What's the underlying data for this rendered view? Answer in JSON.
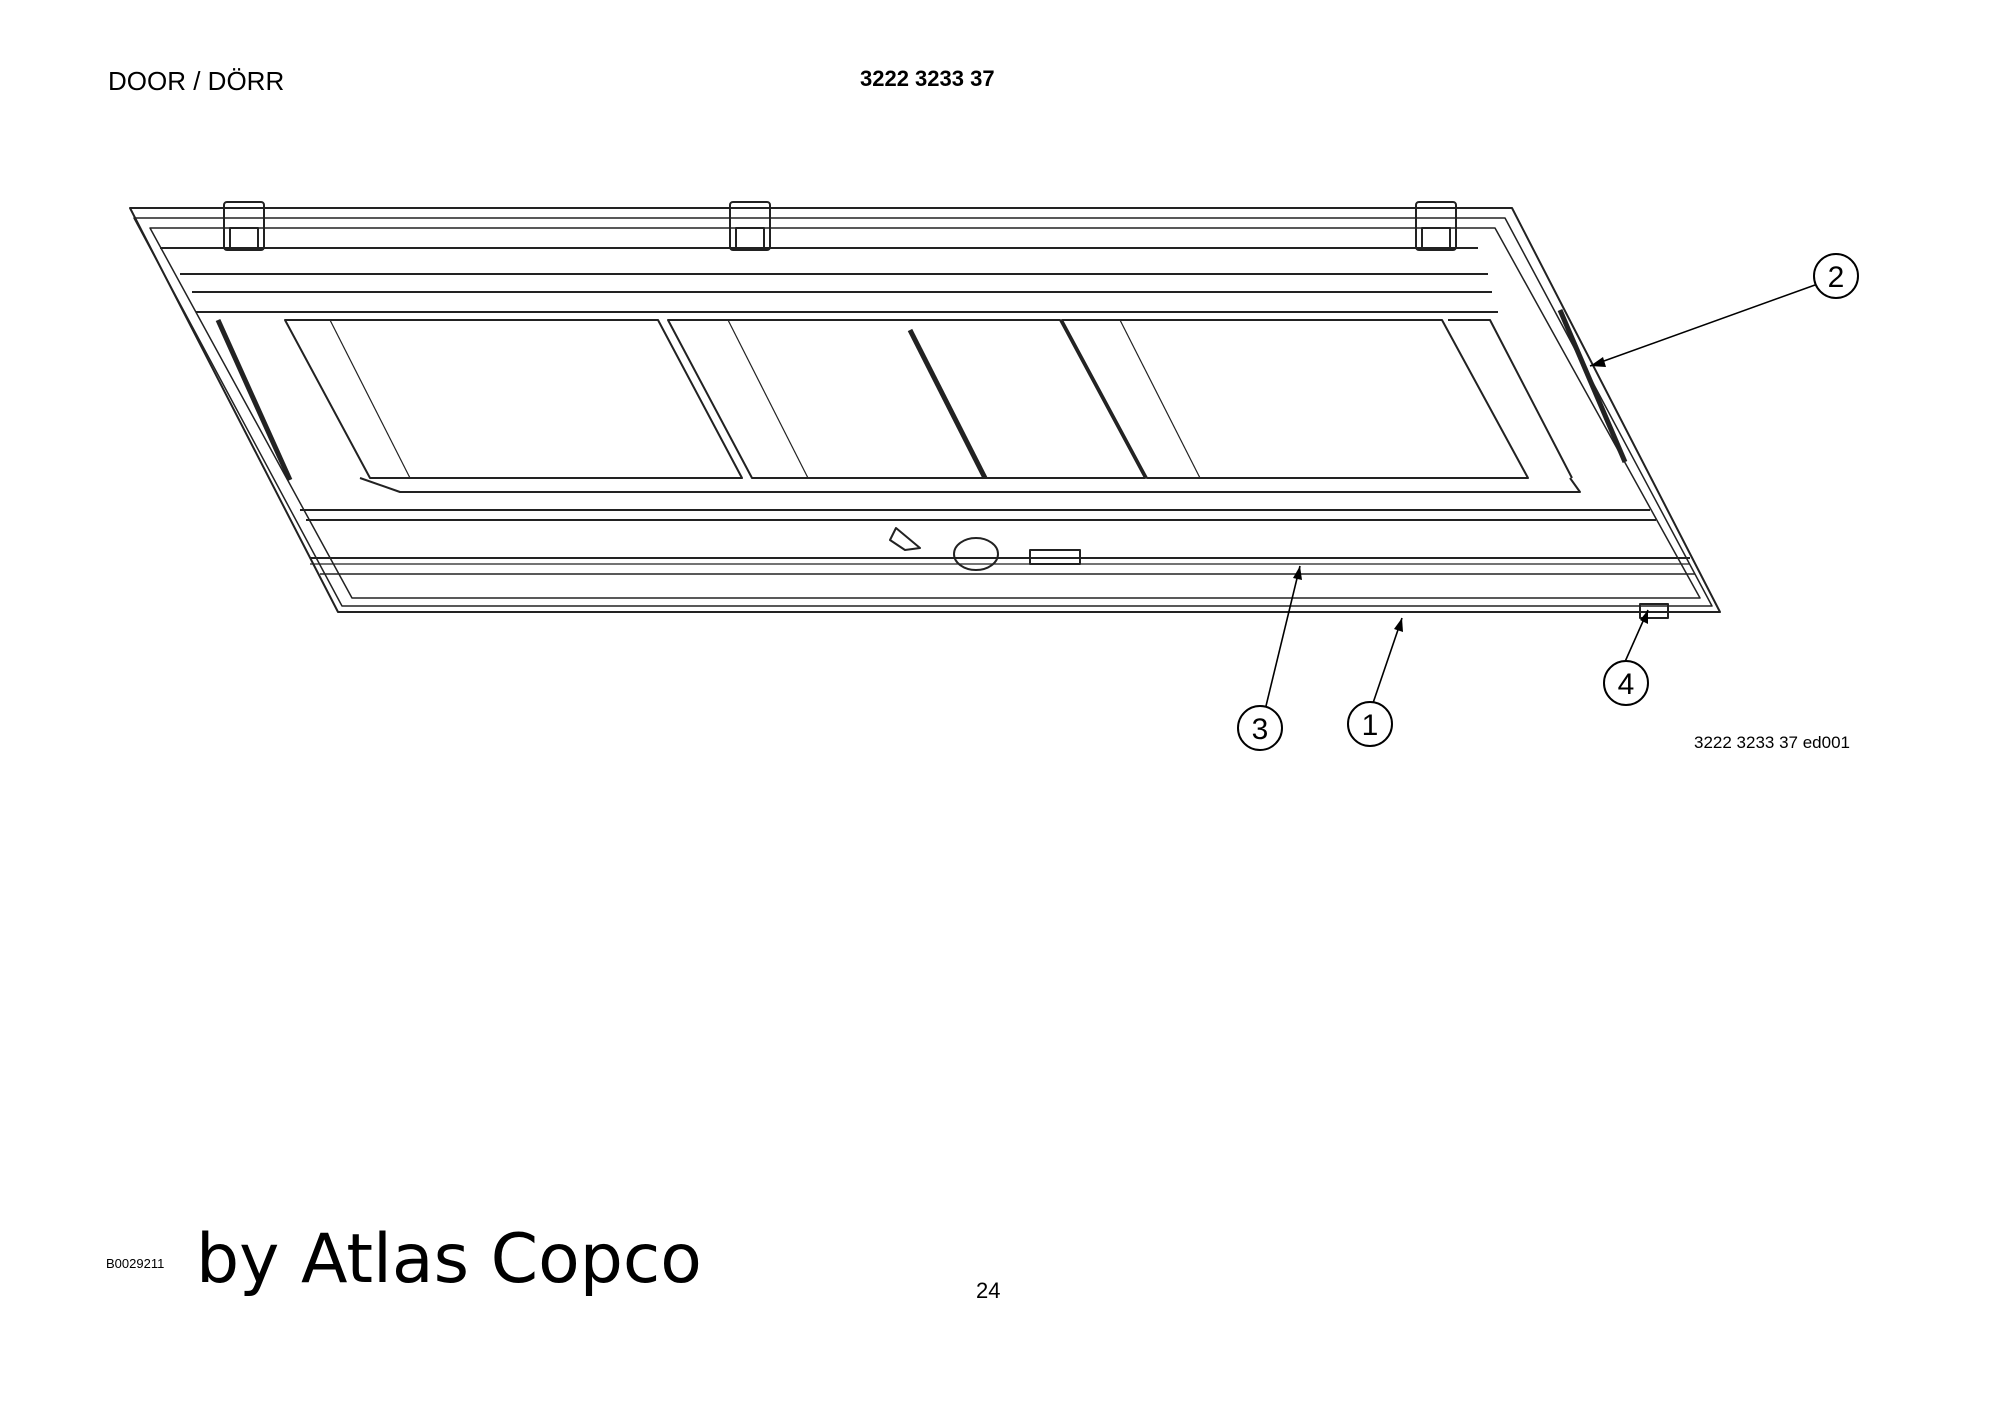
{
  "header": {
    "title": "DOOR / DÖRR",
    "part_number": "3222 3233 37"
  },
  "drawing": {
    "reference": "3222 3233 37 ed001",
    "balloons": [
      {
        "id": "1",
        "label": "1"
      },
      {
        "id": "2",
        "label": "2"
      },
      {
        "id": "3",
        "label": "3"
      },
      {
        "id": "4",
        "label": "4"
      }
    ]
  },
  "footer": {
    "document_id": "B0029211",
    "brand": "by Atlas Copco",
    "page_number": "24"
  }
}
